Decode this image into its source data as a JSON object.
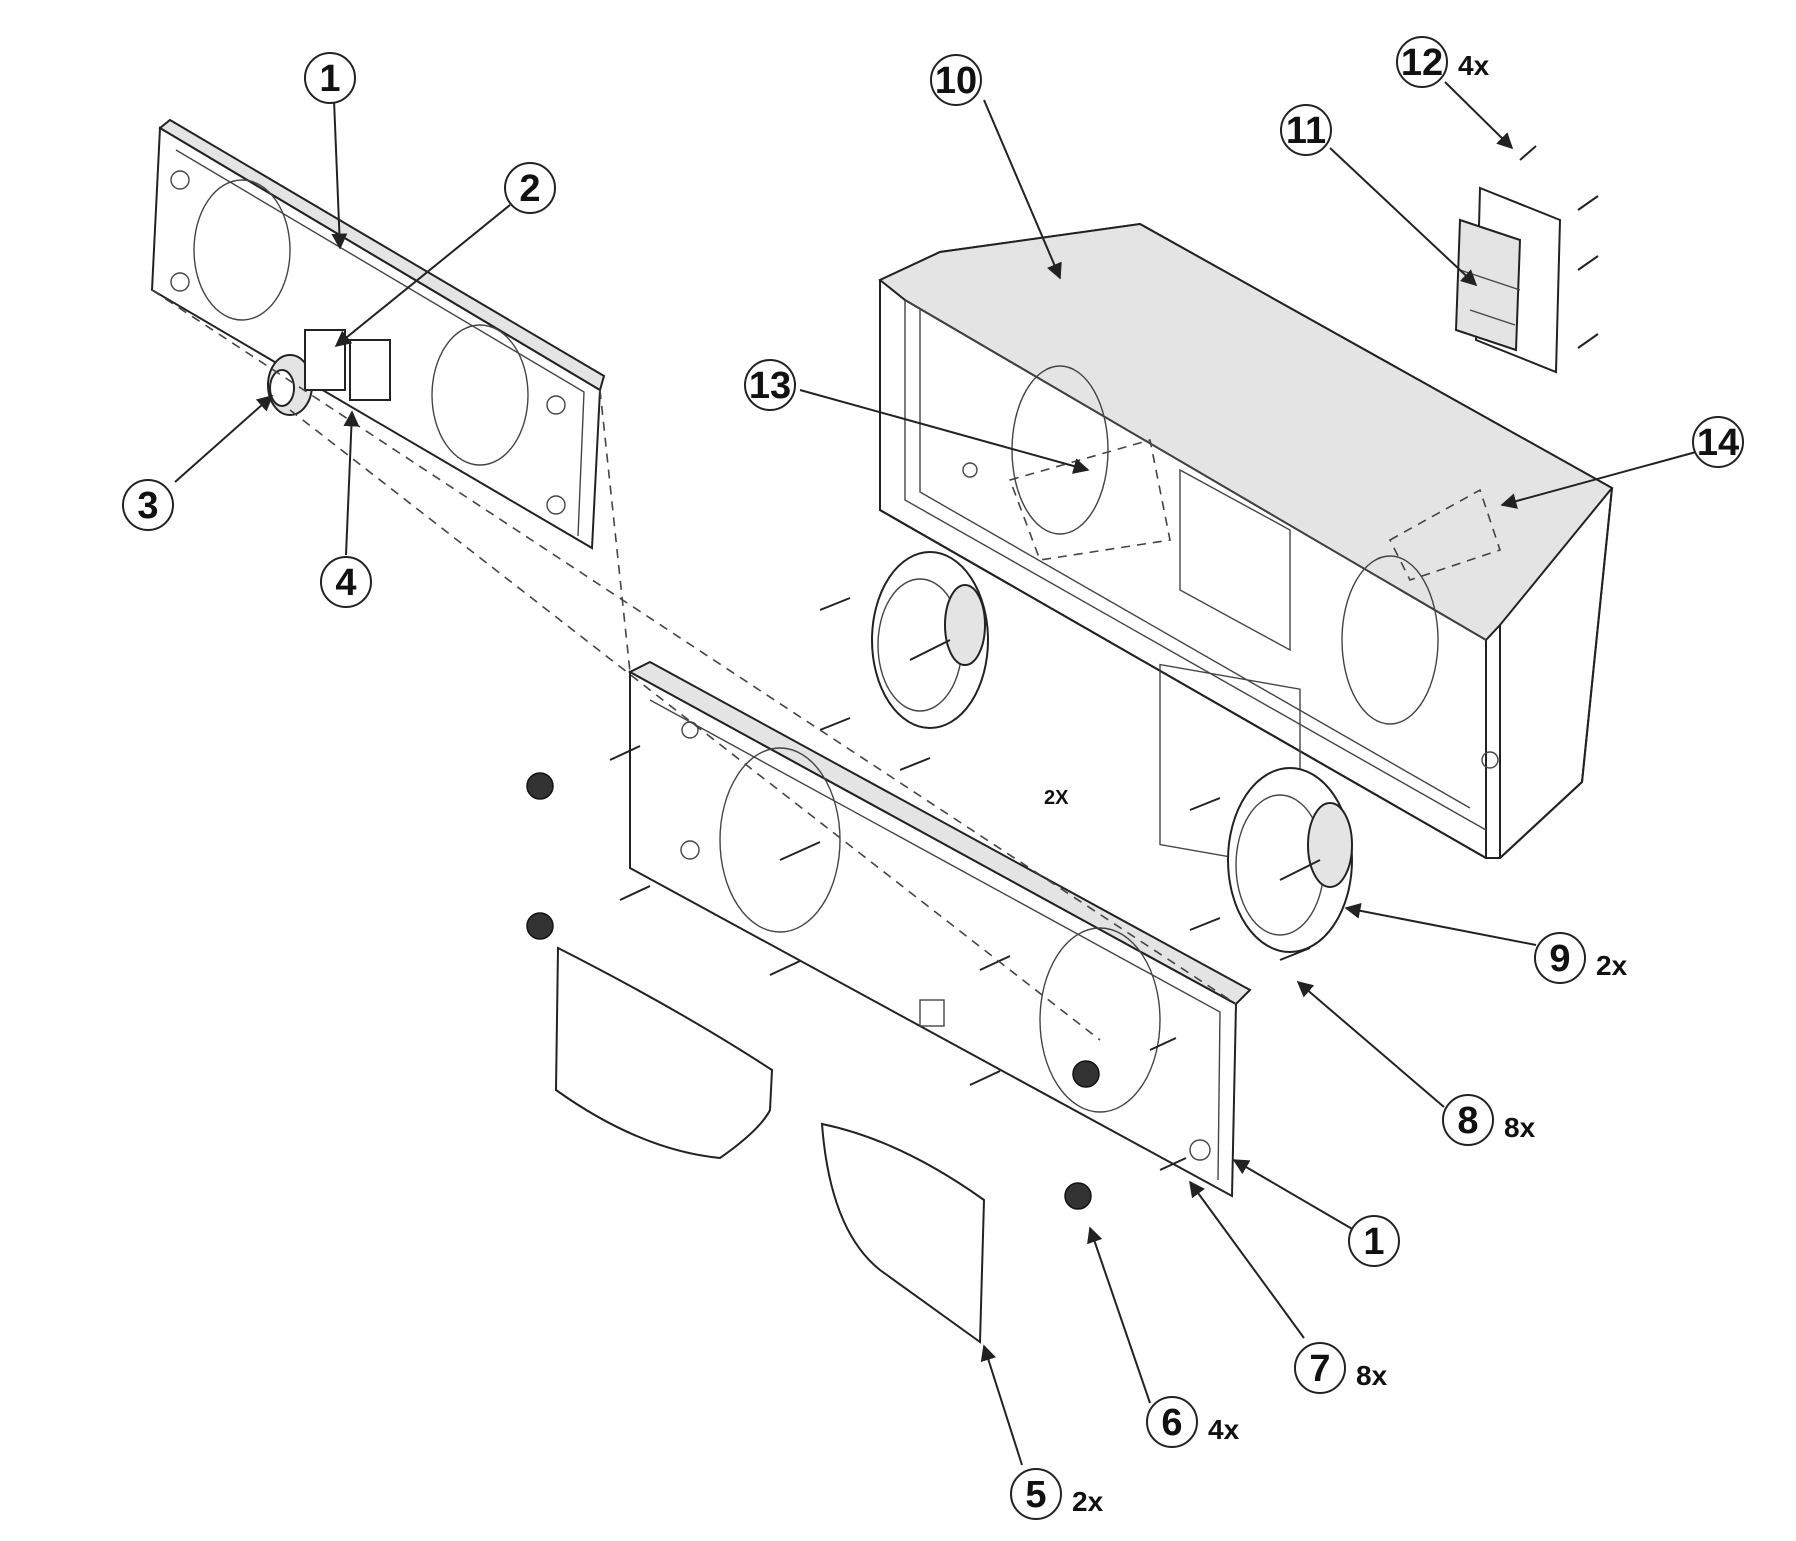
{
  "colors": {
    "ink": "#222222",
    "background": "#ffffff"
  },
  "callouts": [
    {
      "id": "c1a",
      "number": "1",
      "qty": ""
    },
    {
      "id": "c2",
      "number": "2",
      "qty": ""
    },
    {
      "id": "c3",
      "number": "3",
      "qty": ""
    },
    {
      "id": "c4",
      "number": "4",
      "qty": ""
    },
    {
      "id": "c10",
      "number": "10",
      "qty": ""
    },
    {
      "id": "c11",
      "number": "11",
      "qty": ""
    },
    {
      "id": "c12",
      "number": "12",
      "qty": "4x"
    },
    {
      "id": "c13",
      "number": "13",
      "qty": ""
    },
    {
      "id": "c14",
      "number": "14",
      "qty": ""
    },
    {
      "id": "c9",
      "number": "9",
      "qty": "2x"
    },
    {
      "id": "c8",
      "number": "8",
      "qty": "8x"
    },
    {
      "id": "c1b",
      "number": "1",
      "qty": ""
    },
    {
      "id": "c7",
      "number": "7",
      "qty": "8x"
    },
    {
      "id": "c6",
      "number": "6",
      "qty": "4x"
    },
    {
      "id": "c5",
      "number": "5",
      "qty": "2x"
    }
  ],
  "floating_label": "2X"
}
